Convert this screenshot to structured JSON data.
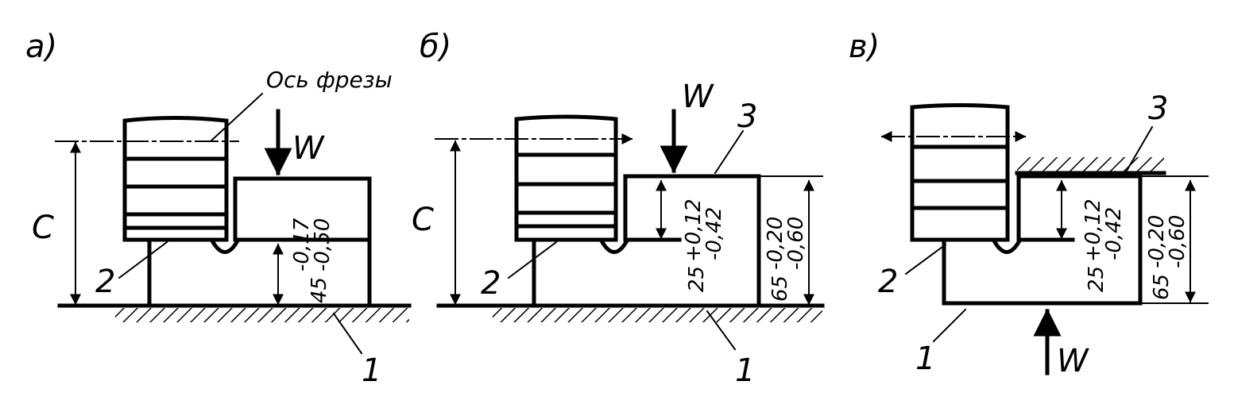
{
  "panels": [
    {
      "id": "a",
      "label": "а)",
      "axis_label": "Ось фрезы",
      "dim_c": "C",
      "force": "W",
      "part_labels": [
        "2",
        "1"
      ],
      "dims": [
        {
          "nominal": "45",
          "upper": "-0,17",
          "lower": "-0,50"
        }
      ]
    },
    {
      "id": "b",
      "label": "б)",
      "dim_c": "C",
      "force": "W",
      "part_labels": [
        "2",
        "3",
        "1"
      ],
      "dims": [
        {
          "nominal": "25",
          "upper": "+0,12",
          "lower": "-0,42"
        },
        {
          "nominal": "65",
          "upper": "-0,20",
          "lower": "-0,60"
        }
      ]
    },
    {
      "id": "c",
      "label": "в)",
      "force": "W",
      "part_labels": [
        "2",
        "3",
        "1"
      ],
      "dims": [
        {
          "nominal": "25",
          "upper": "+0,12",
          "lower": "-0,42"
        },
        {
          "nominal": "65",
          "upper": "-0,20",
          "lower": "-0,60"
        }
      ]
    }
  ]
}
